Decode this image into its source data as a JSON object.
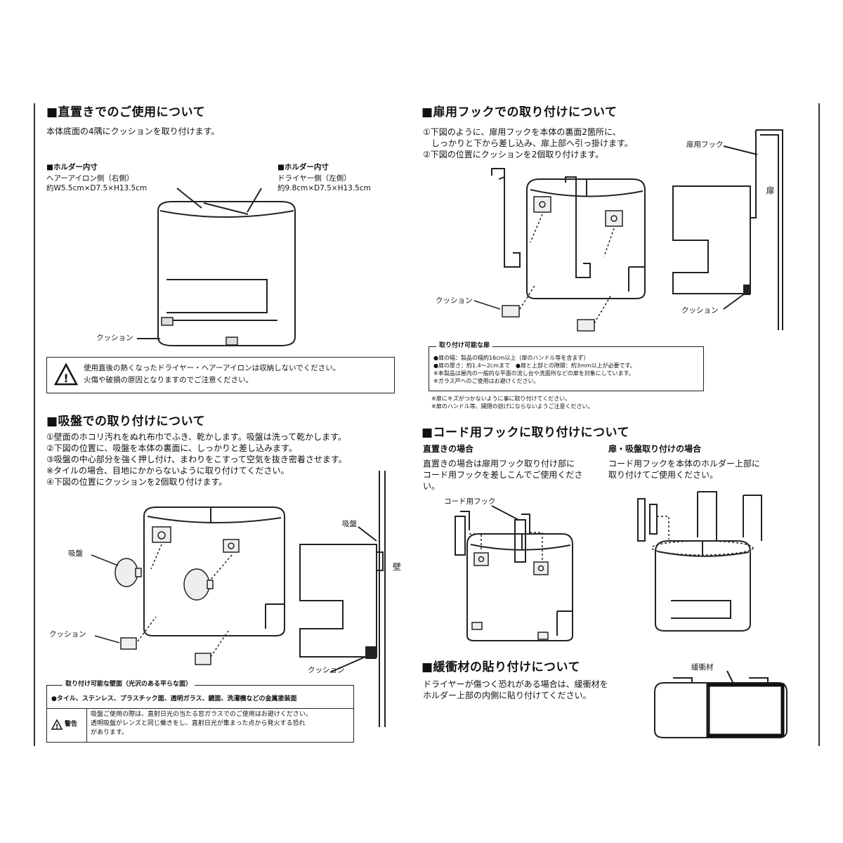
{
  "sec1": {
    "title": "■直置きでのご使用について",
    "intro": "本体底面の4隅にクッションを取り付けます。",
    "right_label_head": "■ホルダー内寸",
    "right_label_1": "ヘアーアイロン側（右側）",
    "right_label_2": "約W5.5cm×D7.5×H13.5cm",
    "left_label_head": "■ホルダー内寸",
    "left_label_1": "ドライヤー側（左側）",
    "left_label_2": "約9.8cm×D7.5×H13.5cm",
    "cushion": "クッション",
    "warning_1": "使用直後の熱くなったドライヤー・ヘアーアイロンは収納しないでください。",
    "warning_2": "火傷や破損の原因となりますのでご注意ください。"
  },
  "sec2": {
    "title": "■吸盤での取り付けについて",
    "steps": [
      "①壁面のホコリ汚れをぬれ布巾でふき、乾かします。吸盤は洗って乾かします。",
      "②下図の位置に、吸盤を本体の裏面に、しっかりと差し込みます。",
      "③吸盤の中心部分を強く押し付け、まわりをこすって空気を抜き密着させます。",
      "※タイルの場合、目地にかからないように取り付けてください。",
      "④下図の位置にクッションを2個取り付けます。"
    ],
    "suction": "吸盤",
    "suction_side": "吸盤",
    "wall": "壁",
    "cushion": "クッション",
    "cushion_side": "クッション",
    "box_title": "取り付け可能な壁面（光沢のある平らな面）",
    "box_line": "●タイル、ステンレス、プラスチック面、透明ガラス、鏡面、洗濯機などの金属塗装面",
    "caution_label": "警告",
    "caution_1": "吸盤ご使用の際は、直射日光の当たる窓ガラスでのご使用はお避けください。",
    "caution_2": "透明吸盤がレンズと同じ働きをし、直射日光が集まった点から発火する恐れ",
    "caution_3": "があります。"
  },
  "sec3": {
    "title": "■扉用フックでの取り付けについて",
    "steps": [
      "①下図のように、扉用フックを本体の裏面2箇所に、",
      "　しっかりと下から差し込み、扉上部へ引っ掛けます。",
      "②下図の位置にクッションを2個取り付けます。"
    ],
    "door_hook": "扉用フック",
    "door": "扉",
    "cushion": "クッション",
    "cushion_side": "クッション",
    "box_title": "取り付け可能な扉",
    "box_lines": [
      "●扉の幅：製品の幅約16cm以上（扉のハンドル等を含まず）",
      "●扉の厚さ：約1.4〜2cmまで　●扉と上部との隙間：約3mm以上が必要です。",
      "※本製品は屋内の一般的な平面の流し台や洗面所などの扉を対象にしています。",
      "※ガラス戸へのご使用はお避けください。"
    ],
    "notes": [
      "※扉にキズがつかないように事に取り付けてください。",
      "※扉のハンドル等、開閉の妨げにならないようご注意ください。"
    ]
  },
  "sec4": {
    "title": "■コード用フックに取り付けについて",
    "sub1": "直置きの場合",
    "sub1_lines": [
      "直置きの場合は扉用フック取り付け部に",
      "コード用フックを差しこんでご使用くださ",
      "い。"
    ],
    "sub2": "扉・吸盤取り付けの場合",
    "sub2_lines": [
      "コード用フックを本体のホルダー上部に",
      "取り付けてご使用ください。"
    ],
    "cord_hook": "コード用フック"
  },
  "sec5": {
    "title": "■緩衝材の貼り付けについて",
    "lines": [
      "ドライヤーが傷つく恐れがある場合は、緩衝材を",
      "ホルダー上部の内側に貼り付けてください。"
    ],
    "label": "緩衝材"
  }
}
